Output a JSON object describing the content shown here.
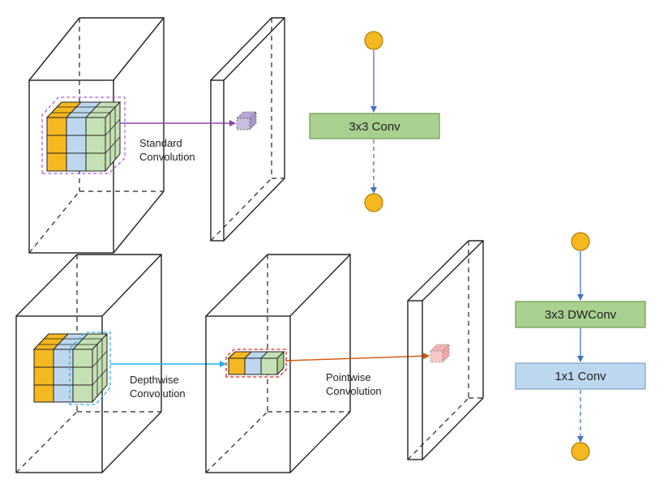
{
  "colors": {
    "yellow": "#f5b820",
    "blue": "#bdd7ee",
    "green": "#c5e0b4",
    "purple_dash": "#a05bd6",
    "cyan": "#22b0e6",
    "orange_arrow": "#d35400",
    "red_outline": "#e02020",
    "flow_arrow": "#4472c4",
    "node": "#f5b820",
    "conv_green": "#a9d08e",
    "conv_blue": "#bdd7ee",
    "pink_cube": "#f8c8c8",
    "lavender_cube": "#c9bde0"
  },
  "standard": {
    "label_line1": "Standard",
    "label_line2": "Convolution",
    "flow_box": "3x3 Conv"
  },
  "separable": {
    "depthwise_line1": "Depthwise",
    "depthwise_line2": "Convolution",
    "pointwise_line1": "Pointwise",
    "pointwise_line2": "Convolution",
    "flow_box1": "3x3 DWConv",
    "flow_box2": "1x1 Conv"
  }
}
